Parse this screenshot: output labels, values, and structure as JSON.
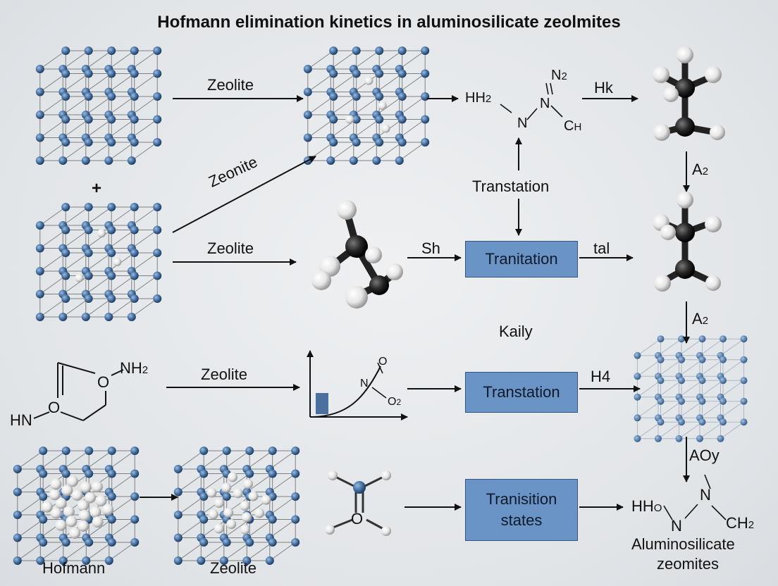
{
  "title": "Hofmann elimination kinetics in aluminosilicate zeolmites",
  "colors": {
    "node_blue": "#4a75a5",
    "box_fill": "#6a93c6",
    "box_border": "#34567e",
    "arrow": "#111111",
    "carbon": "#222222",
    "hydrogen": "#f2f2f2"
  },
  "icons": [
    "zeolite-lattice-icon",
    "molecule-icon",
    "mini-plot-icon"
  ],
  "labels": {
    "plus": "+",
    "arrow_zeolite_1": "Zeolite",
    "arrow_zeonite": "Zeonite",
    "arrow_zeolite_2": "Zeolite",
    "arrow_zeolite_3": "Zeolite",
    "arrow_hk": "Hk",
    "arrow_a2_1": "A",
    "arrow_a2_1_sub": "2",
    "arrow_a2_2": "A",
    "arrow_a2_2_sub": "2",
    "arrow_sh": "Sh",
    "arrow_tal": "tal",
    "arrow_h4": "H4",
    "arrow_aoy": "AOy",
    "transtation_text": "Transtation",
    "kaily": "Kaily",
    "hofmann": "Hofmann",
    "zeolite_bottom": "Zeolite",
    "product_line1": "Aluminosilicate",
    "product_line2": "zeomites"
  },
  "boxes": {
    "box1": "Tranitation",
    "box2": "Transtation",
    "box3_line1": "Tranisition",
    "box3_line2": "states"
  },
  "chem": {
    "top_hh": "HH",
    "top_hh_sub": "2",
    "top_n2": "N",
    "top_n2_sub": "2",
    "top_n": "N",
    "top_n_right": "N",
    "top_ch": "C",
    "top_ch_sub": "H",
    "ring_nh": "NH",
    "ring_nh_sub": "2",
    "ring_o1": "O",
    "ring_o2": "O",
    "ring_hn": "HN",
    "plot_o": "O",
    "plot_n": "N",
    "plot_o2": "O",
    "plot_o2_sub": "2",
    "mol_o": "O",
    "prod_hh": "HH",
    "prod_hh_sub": "O",
    "prod_n1": "N",
    "prod_n2": "N",
    "prod_ch": "CH",
    "prod_ch_sub": "2"
  }
}
